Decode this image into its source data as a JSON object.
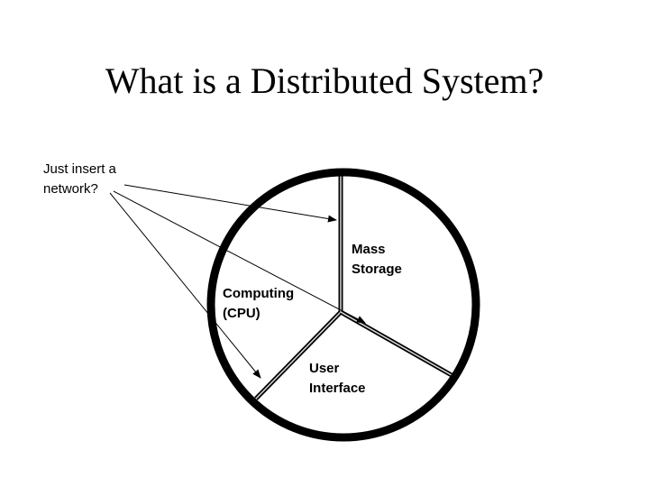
{
  "title": "What is a Distributed System?",
  "callout": {
    "line1": "Just insert a",
    "line2": "network?"
  },
  "segments": {
    "mass_storage": {
      "line1": "Mass",
      "line2": "Storage"
    },
    "computing": {
      "line1": "Computing",
      "line2": "(CPU)"
    },
    "user_interface": {
      "line1": "User",
      "line2": "Interface"
    }
  }
}
